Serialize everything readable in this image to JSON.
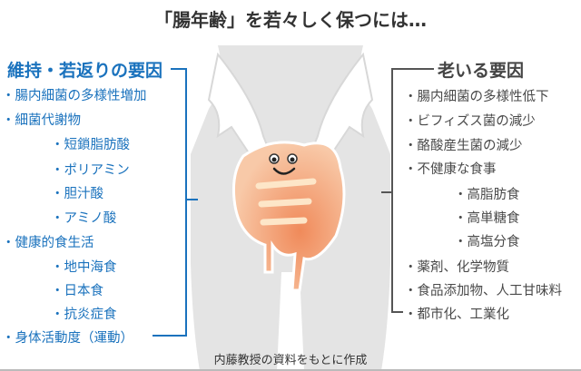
{
  "title": "「腸年齢」を若々しく保つには…",
  "left": {
    "heading": "維持・若返りの要因",
    "items": [
      "・腸内細菌の多様性増加",
      "・細菌代謝物",
      "・短鎖脂肪酸",
      "・ポリアミン",
      "・胆汁酸",
      "・アミノ酸",
      "・健康的食生活",
      "・地中海食",
      "・日本食",
      "・抗炎症食",
      "・身体活動度（運動）"
    ]
  },
  "right": {
    "heading": "老いる要因",
    "items": [
      "・腸内細菌の多様性低下",
      "・ビフィズス菌の減少",
      "・酪酸産生菌の減少",
      "・不健康な食事",
      "・高脂肪食",
      "・高単糖食",
      "・高塩分食",
      "・薬剤、化学物質",
      "・食品添加物、人工甘味料",
      "・都市化、工業化"
    ]
  },
  "source": "内藤教授の資料をもとに作成",
  "colors": {
    "blue": "#1a72bd",
    "gray": "#4a4a4a",
    "body": "#e4e4e4",
    "intestine": "#f4a57c"
  }
}
